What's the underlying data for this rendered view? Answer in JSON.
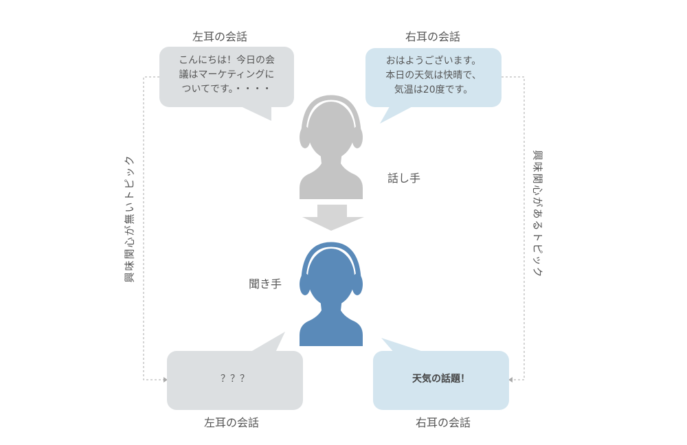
{
  "colors": {
    "gray_bubble": "#dcdfe1",
    "blue_bubble": "#d3e5ef",
    "speaker": "#c4c4c4",
    "listener": "#5a8ab9",
    "arrow": "#d6d6d6",
    "dash": "#aaaaaa"
  },
  "top": {
    "left_label": "左耳の会話",
    "right_label": "右耳の会話",
    "left_bubble": [
      "こんにちは！今日の会",
      "議はマーケティングに",
      "ついてです。・・・・"
    ],
    "right_bubble": [
      "おはようございます。",
      "本日の天気は快晴で、",
      "気温は20度です。"
    ]
  },
  "speaker_label": "話し手",
  "listener_label": "聞き手",
  "side": {
    "left": "興味関心が無いトピック",
    "right": "興味関心があるトピック"
  },
  "bottom": {
    "left_bubble": "？？？",
    "right_bubble": "天気の話題！",
    "left_label": "左耳の会話",
    "right_label": "右耳の会話"
  }
}
